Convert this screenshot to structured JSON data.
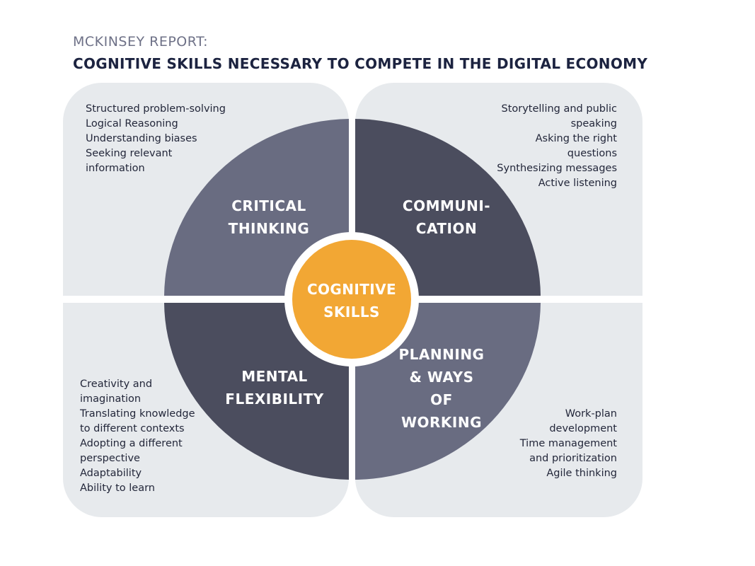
{
  "title": {
    "pre": "MCKINSEY REPORT:",
    "main": "COGNITIVE SKILLS NECESSARY TO COMPETE IN THE DIGITAL ECONOMY"
  },
  "colors": {
    "panel": "#e7eaed",
    "light_quadrant": "#696c81",
    "dark_quadrant": "#4b4d5e",
    "center": "#f2a734",
    "title": "#1c2340",
    "subtitle": "#6e7187"
  },
  "center": {
    "line1": "COGNITIVE",
    "line2": "SKILLS"
  },
  "quadrants": {
    "critical": {
      "label_lines": [
        "CRITICAL",
        "THINKING"
      ],
      "items": [
        "Structured problem-solving",
        "Logical Reasoning",
        "Understanding biases",
        "Seeking relevant",
        "information"
      ]
    },
    "communication": {
      "label_lines": [
        "COMMUNI-",
        "CATION"
      ],
      "items": [
        "Storytelling and public",
        "speaking",
        "Asking the right",
        "questions",
        "Synthesizing messages",
        "Active listening"
      ]
    },
    "mental": {
      "label_lines": [
        "MENTAL",
        "FLEXIBILITY"
      ],
      "items": [
        "Creativity and",
        "imagination",
        "Translating knowledge",
        "to different contexts",
        "Adopting a different",
        "perspective",
        "Adaptability",
        "Ability to learn"
      ]
    },
    "planning": {
      "label_lines": [
        "PLANNING",
        "& WAYS",
        "OF",
        "WORKING"
      ],
      "items": [
        "Work-plan",
        "development",
        "Time management",
        "and prioritization",
        "Agile thinking"
      ]
    }
  }
}
